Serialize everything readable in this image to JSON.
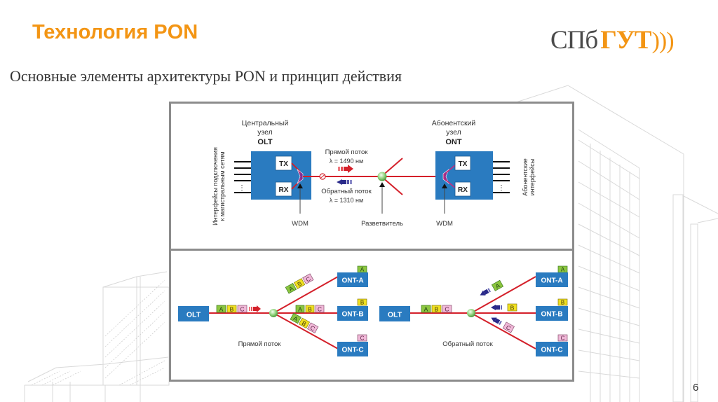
{
  "slide": {
    "title": "Технология PON",
    "subtitle": "Основные элементы архитектуры PON и принцип действия",
    "page_number": "6",
    "logo": {
      "part1": "СПб",
      "part2": "ГУТ",
      "waves": ")))"
    }
  },
  "colors": {
    "accent": "#f39514",
    "fiber": "#d4202a",
    "node_blue": "#2a7bc0",
    "label_a": "#8cc63f",
    "label_b": "#f0e020",
    "label_c": "#f0b8d8",
    "upstream_arrow": "#2a2a8a"
  },
  "top_diagram": {
    "olt": {
      "caption_line1": "Центральный",
      "caption_line2": "узел",
      "caption_name": "OLT",
      "tx": "TX",
      "rx": "RX",
      "side_label_line1": "Интерфейсы подключения",
      "side_label_line2": "к магистральным сетям"
    },
    "ont": {
      "caption_line1": "Абонентский",
      "caption_line2": "узел",
      "caption_name": "ONT",
      "tx": "TX",
      "rx": "RX",
      "side_label_line1": "Абонентские",
      "side_label_line2": "интерфейсы"
    },
    "downstream": {
      "label": "Прямой поток",
      "wavelength": "λ = 1490 нм"
    },
    "upstream": {
      "label": "Обратный поток",
      "wavelength": "λ = 1310 нм"
    },
    "wdm_left": "WDM",
    "wdm_right": "WDM",
    "splitter": "Разветвитель",
    "dots": "⋮"
  },
  "bottom_left": {
    "olt": "OLT",
    "caption": "Прямой поток",
    "packets": [
      "A",
      "B",
      "C"
    ],
    "onts": [
      {
        "name": "ONT-A",
        "received": "A"
      },
      {
        "name": "ONT-B",
        "received": "B"
      },
      {
        "name": "ONT-C",
        "received": "C"
      }
    ]
  },
  "bottom_right": {
    "olt": "OLT",
    "caption": "Обратный поток",
    "packets": [
      "A",
      "B",
      "C"
    ],
    "onts": [
      {
        "name": "ONT-A",
        "sent": "A"
      },
      {
        "name": "ONT-B",
        "sent": "B"
      },
      {
        "name": "ONT-C",
        "sent": "C"
      }
    ]
  }
}
